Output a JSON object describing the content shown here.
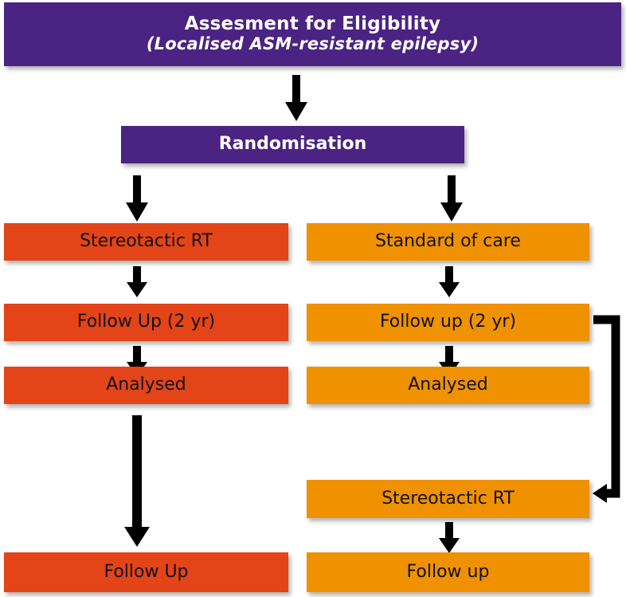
{
  "diagram": {
    "title_box": {
      "line1": "Assesment for Eligibility",
      "line2": "(Localised ASM-resistant epilepsy)",
      "color": "#4B2382"
    },
    "randomisation": {
      "label": "Randomisation",
      "color": "#4B2382"
    },
    "colors": {
      "purple": "#4B2382",
      "red": "#E34418",
      "orange": "#F09100",
      "arrow": "#000000",
      "background": "#FFFFFF"
    },
    "left_arm": {
      "color": "#E34418",
      "steps": [
        {
          "label": "Stereotactic RT"
        },
        {
          "label": "Follow Up (2 yr)"
        },
        {
          "label": "Analysed"
        },
        {
          "label": "Follow Up"
        }
      ]
    },
    "right_arm": {
      "color": "#F09100",
      "steps": [
        {
          "label": "Standard of care"
        },
        {
          "label": "Follow up (2 yr)"
        },
        {
          "label": "Analysed"
        },
        {
          "label": "Stereotactic RT"
        },
        {
          "label": "Follow up"
        }
      ]
    },
    "connectors": [
      {
        "name": "title-to-randomisation",
        "type": "arrow-down"
      },
      {
        "name": "randomisation-to-left-arm",
        "type": "arrow-down"
      },
      {
        "name": "randomisation-to-right-arm",
        "type": "arrow-down"
      },
      {
        "name": "left-stereotactic-to-followup",
        "type": "arrow-down"
      },
      {
        "name": "left-followup-to-analysed",
        "type": "arrow-down"
      },
      {
        "name": "left-analysed-to-followup",
        "type": "arrow-down-long"
      },
      {
        "name": "right-standard-to-followup",
        "type": "arrow-down"
      },
      {
        "name": "right-followup-to-analysed",
        "type": "arrow-down"
      },
      {
        "name": "right-followup-to-stereotactic",
        "type": "arrow-bracket-right"
      },
      {
        "name": "right-stereotactic-to-followup",
        "type": "arrow-down"
      }
    ]
  }
}
